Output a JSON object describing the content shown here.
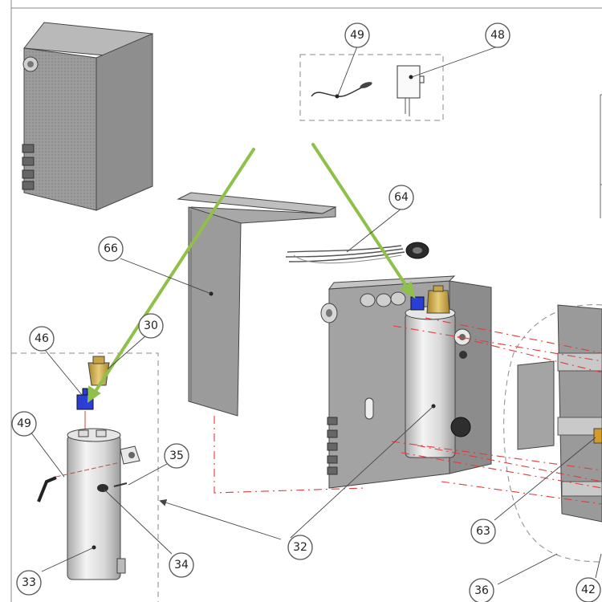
{
  "diagram": {
    "callouts": {
      "c49_top": "49",
      "c48": "48",
      "c64": "64",
      "c66": "66",
      "c46": "46",
      "c30": "30",
      "c49_left": "49",
      "c35": "35",
      "c34": "34",
      "c33": "33",
      "c32": "32",
      "c63": "63",
      "c36": "36",
      "c42": "42"
    },
    "colors": {
      "arrow": "#8fc14a",
      "leader_red": "#e23b3b",
      "panel_gray": "#9a9a9a",
      "cylinder_silver": "#dcdcdc",
      "valve_blue": "#2a3fd6",
      "brass": "#c9a441"
    }
  }
}
